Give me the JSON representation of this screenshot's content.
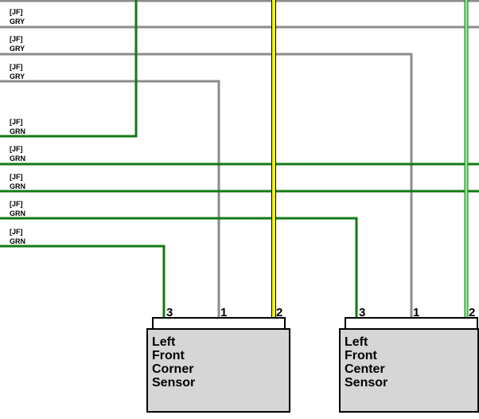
{
  "colors": {
    "gry": "#8c8c8c",
    "grn": "#127a12",
    "yel": "#f2f20a",
    "ltgrn": "#8fe88f",
    "connector_fill": "#d6d6d6"
  },
  "wire_labels": [
    {
      "line1": "[JF]",
      "line2": "GRY"
    },
    {
      "line1": "[JF]",
      "line2": "GRY"
    },
    {
      "line1": "[JF]",
      "line2": "GRY"
    },
    {
      "line1": "[JF]",
      "line2": "GRN"
    },
    {
      "line1": "[JF]",
      "line2": "GRN"
    },
    {
      "line1": "[JF]",
      "line2": "GRN"
    },
    {
      "line1": "[JF]",
      "line2": "GRN"
    },
    {
      "line1": "[JF]",
      "line2": "GRN"
    }
  ],
  "sensors": [
    {
      "label": [
        "Left",
        "Front",
        "Corner",
        "Sensor"
      ],
      "pins": [
        "3",
        "1",
        "2"
      ]
    },
    {
      "label": [
        "Left",
        "Front",
        "Center",
        "Sensor"
      ],
      "pins": [
        "3",
        "1",
        "2"
      ]
    }
  ]
}
